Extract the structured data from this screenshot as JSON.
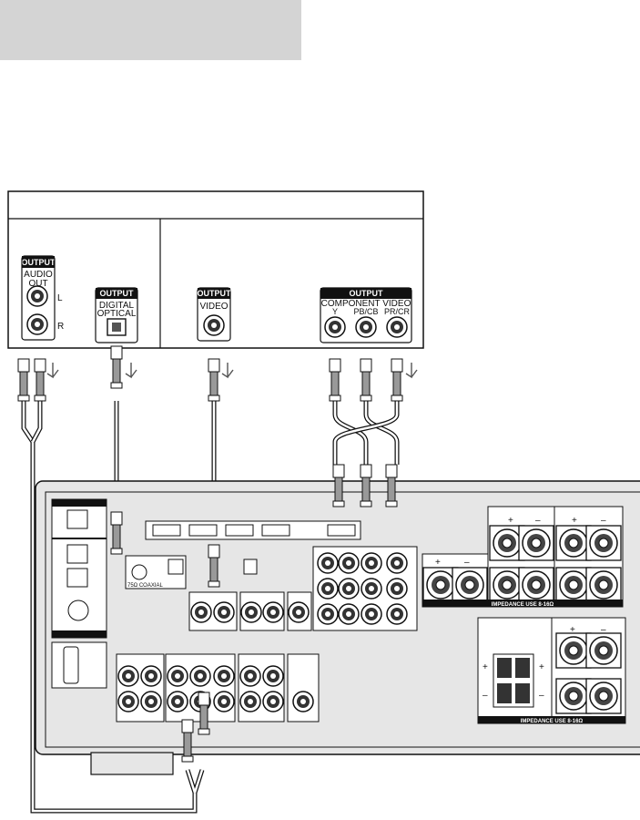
{
  "source_device": {
    "audio_out": {
      "badge": "OUTPUT",
      "label_line1": "AUDIO",
      "label_line2": "OUT",
      "left": "L",
      "right": "R"
    },
    "digital_optical": {
      "badge": "OUTPUT",
      "label_line1": "DIGITAL",
      "label_line2": "OPTICAL"
    },
    "video": {
      "badge": "OUTPUT",
      "label": "VIDEO"
    },
    "component_video": {
      "badge": "OUTPUT",
      "label": "COMPONENT VIDEO",
      "jacks": [
        "Y",
        "PB/CB",
        "PR/CR"
      ]
    }
  },
  "receiver": {
    "coaxial_label": "75Ω COAXIAL",
    "impedance_label_1": "IMPEDANCE USE 8-16Ω",
    "impedance_label_2": "IMPEDANCE USE 8-16Ω",
    "plus": "+",
    "minus": "–"
  },
  "colors": {
    "panel": "#e6e6e6",
    "jack_dark": "#2b2b2b",
    "cable_gray": "#8c8c8c",
    "header_box": "#d4d4d4"
  }
}
